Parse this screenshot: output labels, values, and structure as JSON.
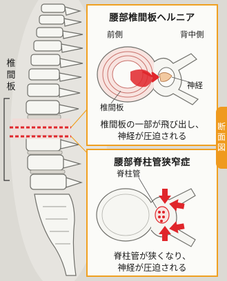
{
  "spine": {
    "label_chars": [
      "椎",
      "間",
      "板"
    ]
  },
  "panel_top": {
    "title": "腰部椎間板ヘルニア",
    "label_front": "前側",
    "label_back": "背中側",
    "label_nerve": "神経",
    "label_disc": "椎間板",
    "caption_line1": "椎間板の一部が飛び出し、",
    "caption_line2": "神経が圧迫される"
  },
  "panel_bottom": {
    "title": "腰部脊柱管狭窄症",
    "label_canal": "脊柱管",
    "caption_line1": "脊柱管が狭くなり、",
    "caption_line2": "神経が圧迫される"
  },
  "side_tab": {
    "chars": [
      "断",
      "面",
      "図"
    ]
  },
  "colors": {
    "accent_orange": "#ef9a1e",
    "highlight_red": "#e0262b",
    "bone": "#f2f2ee"
  }
}
